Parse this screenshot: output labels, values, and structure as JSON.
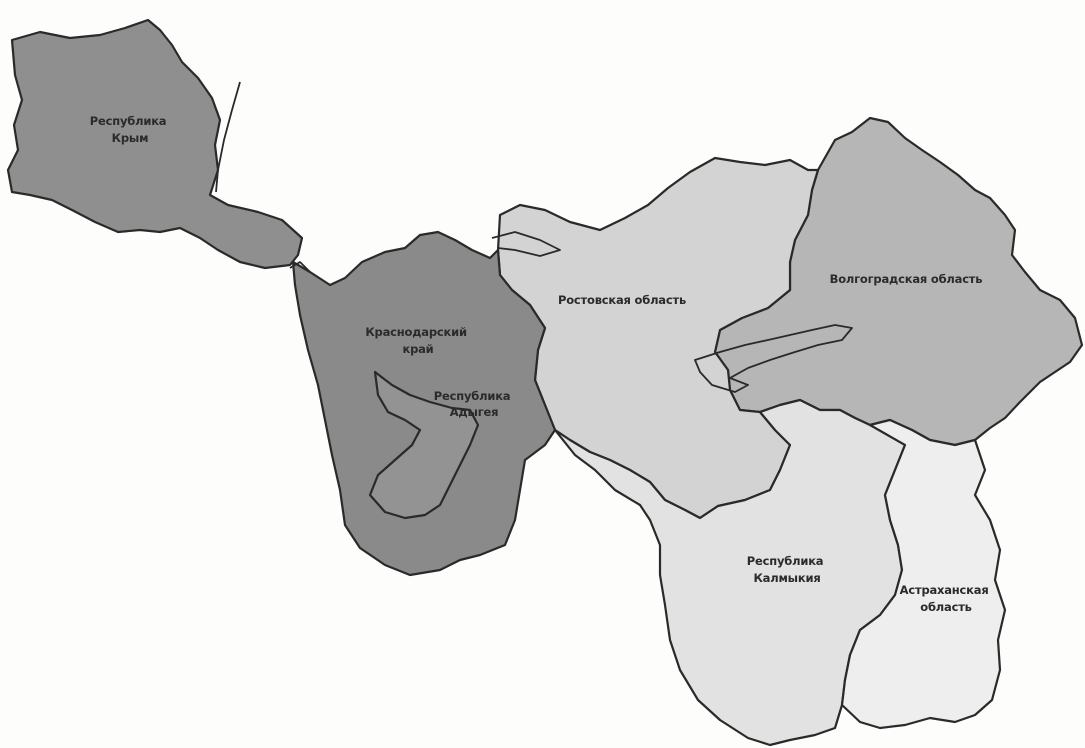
{
  "map": {
    "regions": [
      {
        "id": "crimea",
        "label_lines": [
          "Республика",
          "Крым"
        ],
        "fill": "#8f8f8f"
      },
      {
        "id": "krasnodar",
        "label_lines": [
          "Краснодарский",
          "край"
        ],
        "fill": "#8a8a8a"
      },
      {
        "id": "adygea",
        "label_lines": [
          "Республика",
          "Адыгея"
        ],
        "fill": "#939393"
      },
      {
        "id": "rostov",
        "label_lines": [
          "Ростовская область"
        ],
        "fill": "#d3d3d3"
      },
      {
        "id": "volgograd",
        "label_lines": [
          "Волгоградская область"
        ],
        "fill": "#b6b6b6"
      },
      {
        "id": "kalmykia",
        "label_lines": [
          "Республика",
          "Калмыкия"
        ],
        "fill": "#e2e2e2"
      },
      {
        "id": "astrakhan",
        "label_lines": [
          "Астраханская",
          "область"
        ],
        "fill": "#eeeeee"
      }
    ]
  }
}
